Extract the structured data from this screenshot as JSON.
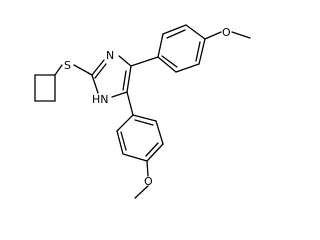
{
  "molecule": {
    "atoms": {
      "sulfur": "S",
      "ring_n_top": "N",
      "ring_nh": "HN",
      "oxygen_top": "O",
      "oxygen_bottom": "O"
    }
  },
  "colors": {
    "background": "#ffffff",
    "bonds": "#000000",
    "labels": "#000000"
  }
}
